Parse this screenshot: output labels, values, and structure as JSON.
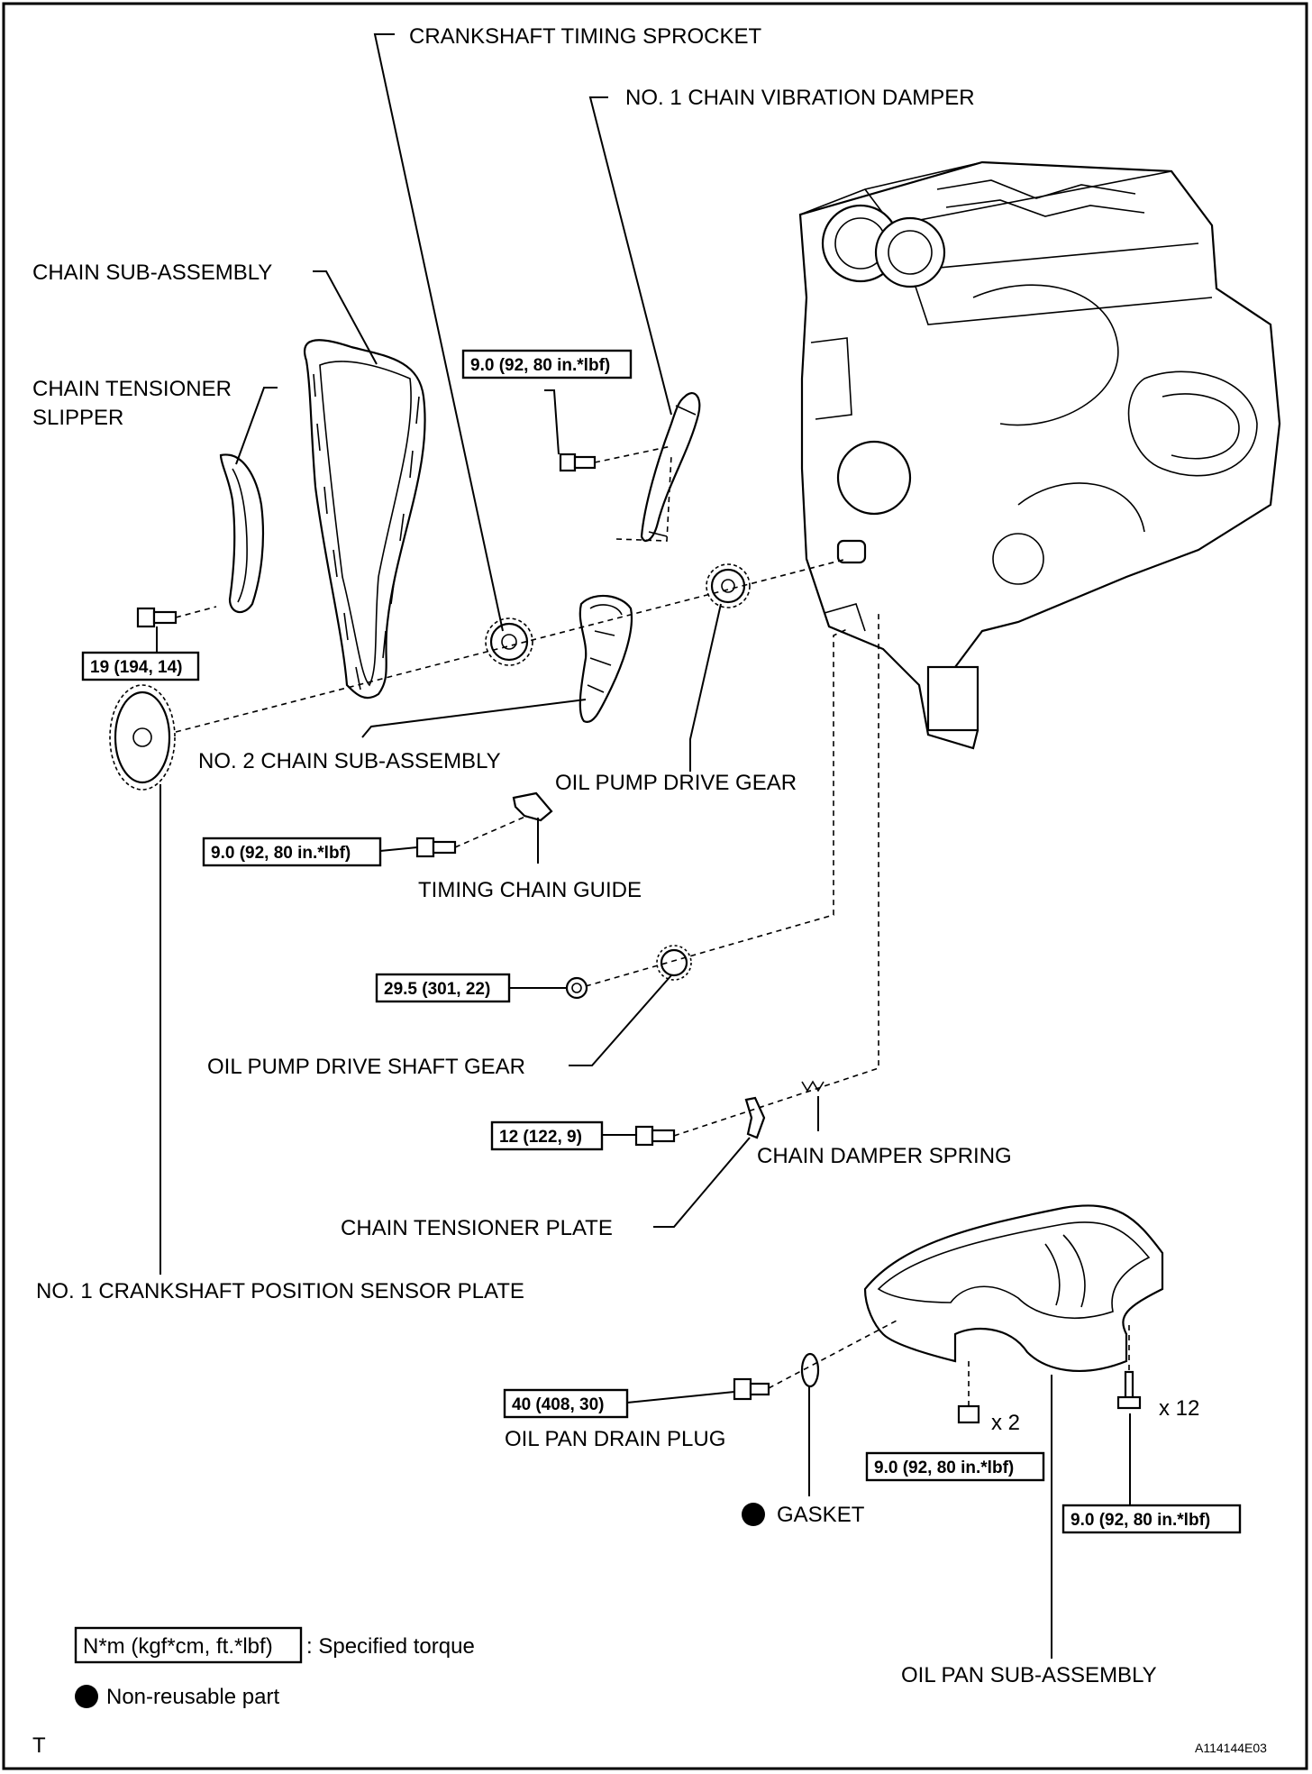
{
  "labels": {
    "crankshaft_timing_sprocket": "CRANKSHAFT TIMING SPROCKET",
    "no1_chain_vibration_damper": "NO. 1 CHAIN VIBRATION DAMPER",
    "chain_sub_assembly": "CHAIN SUB-ASSEMBLY",
    "chain_tensioner_slipper_1": "CHAIN TENSIONER",
    "chain_tensioner_slipper_2": "SLIPPER",
    "no2_chain_sub_assembly": "NO. 2 CHAIN SUB-ASSEMBLY",
    "oil_pump_drive_gear": "OIL PUMP DRIVE GEAR",
    "timing_chain_guide": "TIMING CHAIN GUIDE",
    "oil_pump_drive_shaft_gear": "OIL PUMP DRIVE SHAFT GEAR",
    "chain_damper_spring": "CHAIN DAMPER SPRING",
    "chain_tensioner_plate": "CHAIN TENSIONER PLATE",
    "no1_crankshaft_position_sensor_plate": "NO. 1 CRANKSHAFT POSITION SENSOR PLATE",
    "oil_pan_drain_plug": "OIL PAN DRAIN PLUG",
    "gasket": "GASKET",
    "oil_pan_sub_assembly": "OIL PAN SUB-ASSEMBLY",
    "qty_x2": "x 2",
    "qty_x12": "x 12"
  },
  "torques": {
    "damper_bolt": "9.0 (92, 80 in.*lbf)",
    "slipper_bolt": "19 (194, 14)",
    "guide_bolt": "9.0 (92, 80 in.*lbf)",
    "shaft_gear_nut": "29.5 (301, 22)",
    "tensioner_plate_bolt": "12 (122, 9)",
    "drain_plug": "40 (408, 30)",
    "oil_pan_nut": "9.0 (92, 80 in.*lbf)",
    "oil_pan_bolt": "9.0 (92, 80 in.*lbf)"
  },
  "legend": {
    "torque_unit_box": "N*m (kgf*cm, ft.*lbf)",
    "torque_desc": ": Specified torque",
    "non_reusable": "Non-reusable part"
  },
  "footer": {
    "left_mark": "T",
    "figure_id": "A114144E03"
  }
}
